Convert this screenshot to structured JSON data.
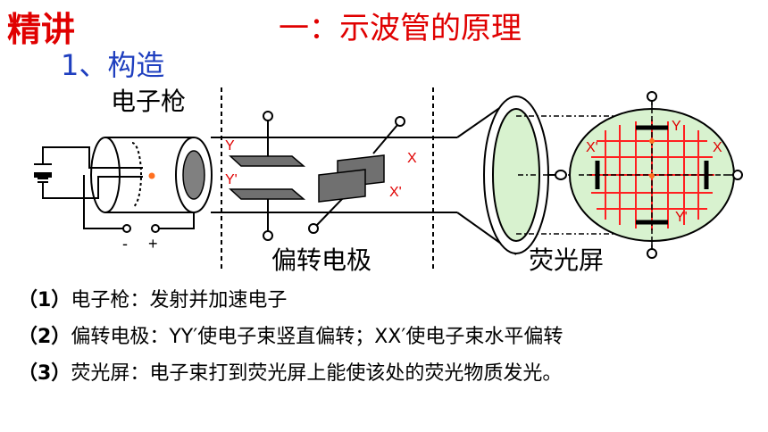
{
  "header": {
    "tag": "精讲",
    "title": "一：示波管的原理",
    "section": "1、构造"
  },
  "diagram": {
    "labels": {
      "gun": "电子枪",
      "deflect": "偏转电极",
      "screen": "荧光屏"
    },
    "plate_letters": {
      "y_top": "Y",
      "y_bottom": "Y'",
      "x_right": "X",
      "x_left": "X'"
    },
    "screen_letters": {
      "y_top": "Y",
      "y_bottom": "Y'",
      "x_right": "X",
      "x_left": "X'"
    },
    "terminals": {
      "minus": "-",
      "plus": "+"
    }
  },
  "notes": [
    {
      "num": "（1）",
      "label": "电子枪：",
      "text": "发射并加速电子"
    },
    {
      "num": "（2）",
      "label": "偏转电极：",
      "text": "YY′使电子束竖直偏转；XX′使电子束水平偏转"
    },
    {
      "num": "（3）",
      "label": "荧光屏：",
      "text": "电子束打到荧光屏上能使该处的荧光物质发光。"
    }
  ],
  "colors": {
    "title": "#e00000",
    "section": "#1f3fbf",
    "screen_fill": "#d8f2cf",
    "plate_fill": "#707070",
    "grid": "#ff2020"
  }
}
